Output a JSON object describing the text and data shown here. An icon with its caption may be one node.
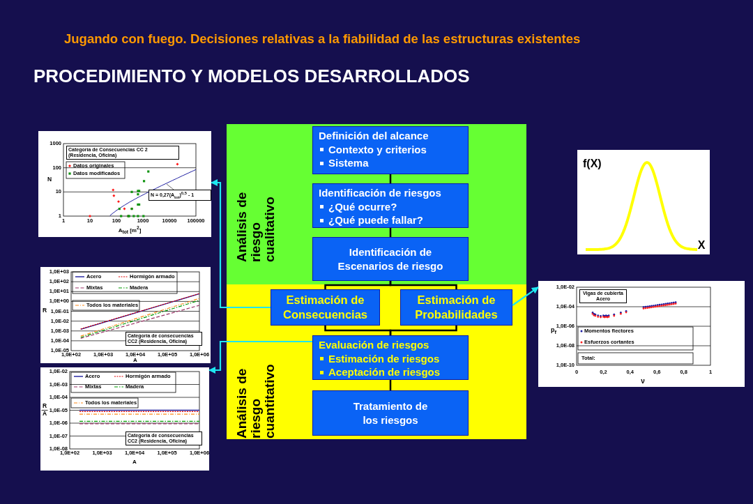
{
  "diagram": {
    "title": "PROCEDIMIENTO Y MODELOS DESARROLLADOS",
    "nodes": [
      {
        "text": [
          "Análisis de riesgo cualitativo"
        ]
      },
      {
        "text": [
          "Definición del alcance",
          "Contexto y criterios",
          "Sistema"
        ],
        "in": 0
      },
      {
        "text": [
          "Identificación de riesgos",
          "¿Qué ocurre?",
          "¿Qué puede fallar?"
        ],
        "in": 0
      },
      {
        "text": [
          "Identificación de Escenarios de riesgo"
        ],
        "in": 0
      },
      {
        "text": [
          "Análisis de riesgo cuantitativo"
        ]
      },
      {
        "text": [
          "Estimación de Consecuencias"
        ],
        "in": 4
      },
      {
        "text": [
          "Estimación de Probabilidades"
        ],
        "in": 4
      },
      {
        "text": [
          "Evaluación de riesgos",
          "Estimación de riesgos",
          "Aceptación de riesgos"
        ],
        "in": 4
      },
      {
        "text": [
          "Tratamiento de los riesgos"
        ],
        "in": 4
      },
      {
        "text": [
          "1000",
          "100",
          "10",
          "1",
          "1",
          "10",
          "100",
          "1000",
          "10000",
          "100000",
          "N",
          "A$_{tot}$ [m$^{2}$]",
          "Categoría de Consecuencias CC 2 (Residencia, Oficina)",
          "Datos originales",
          "Datos modificados",
          "N = 0,27(A$_{tot}$)$^{0,5}$ - 1"
        ]
      },
      {
        "text": [
          "1,0E+03",
          "1,0E+02",
          "1,0E+01",
          "1,0E+00",
          "1,0E-01",
          "1,0E-02",
          "1,0E-03",
          "1,0E-04",
          "1,0E-05",
          "1,0E+02",
          "1,0E+03",
          "1,0E+04",
          "1,0E+05",
          "1,0E+06",
          "R",
          "A",
          "Acero",
          "Hormigón armado",
          "Mixtas",
          "Madera",
          "Todos los materiales",
          "Categoría de consecuencias CC2 (Residencia, Oficina)"
        ]
      },
      {
        "text": [
          "1,0E-02",
          "1,0E-03",
          "1,0E-04",
          "1,0E-05",
          "1,0E-06",
          "1,0E-07",
          "1,0E-08",
          "1,0E+02",
          "1,0E+03",
          "1,0E+04",
          "1,0E+05",
          "1,0E+06",
          "R",
          "A",
          "A",
          "Acero",
          "Hormigón armado",
          "Mixtas",
          "Madera",
          "Todos los materiales",
          "Categoría de consecuencias CC2 (Residencia, Oficina)"
        ]
      },
      {
        "text": [
          "f(X)",
          "X"
        ]
      },
      {
        "text": [
          "1,0E-02",
          "1,0E-04",
          "1,0E-06",
          "1,0E-08",
          "1,0E-10",
          "0",
          "0,2",
          "0,4",
          "0,6",
          "0,8",
          "1",
          "p$_{f}$",
          "ν",
          "Vigas de cubierta Acero",
          "Momentos flectores",
          "Esfuerzos cortantes",
          "Total:"
        ]
      }
    ],
    "edges": [
      {
        "from": 1,
        "to": 2,
        "arrow": "none"
      },
      {
        "from": 2,
        "to": 3,
        "arrow": "none"
      },
      {
        "from": 3,
        "to": 5,
        "arrow": "none"
      },
      {
        "from": 3,
        "to": 6,
        "arrow": "none"
      },
      {
        "from": 5,
        "to": 7,
        "arrow": "none"
      },
      {
        "from": 6,
        "to": 7,
        "arrow": "none"
      },
      {
        "from": 7,
        "to": 8,
        "arrow": "none"
      },
      {
        "from": 5,
        "to": 9,
        "arrow": "to",
        "color": "#1ee6f0"
      },
      {
        "from": 7,
        "to": 11,
        "arrow": "to",
        "color": "#1ee6f0"
      },
      {
        "from": 6,
        "to": 13,
        "arrow": "to",
        "color": "#1ee6f0"
      }
    ],
    "labels": [
      "Jugando con fuego. Decisiones relativas a la fiabilidad de las estructuras existentes"
    ]
  }
}
